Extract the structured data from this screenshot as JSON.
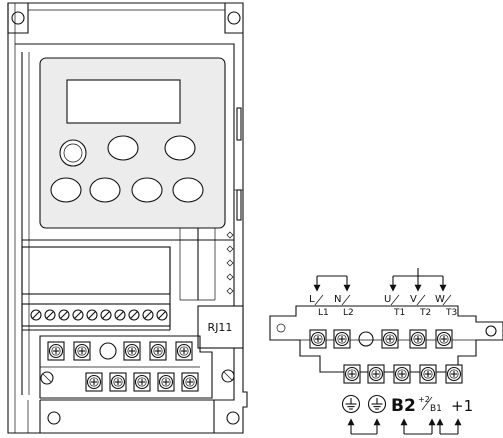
{
  "connector_label": "RJ11",
  "input_terminals": {
    "l_top": "L",
    "l_bottom": "L1",
    "n_top": "N",
    "n_bottom": "L2"
  },
  "output_terminals": {
    "u_top": "U",
    "u_bottom": "T1",
    "v_top": "V",
    "v_bottom": "T2",
    "w_top": "W",
    "w_bottom": "T3"
  },
  "lower_terminals": {
    "b2": "B2",
    "b1_sup": "+2",
    "b1": "B1",
    "plus1": "+1"
  },
  "icons": {
    "ground": "protective-ground-icon",
    "screw": "terminal-screw-icon",
    "arrow": "down-arrow-icon"
  }
}
